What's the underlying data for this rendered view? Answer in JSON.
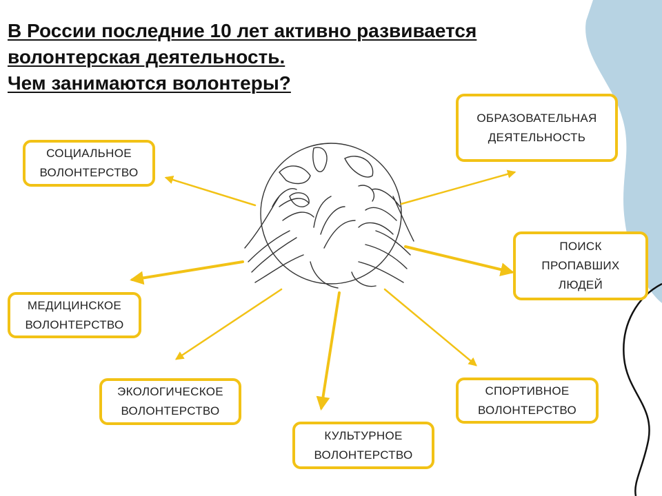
{
  "title": {
    "line1": "В России последние 10 лет активно развивается",
    "line2": "волонтерская деятельность.",
    "line3": "Чем занимаются волонтеры?"
  },
  "nodes": {
    "social": "СОЦИАЛЬНОЕ\nВОЛОНТЕРСТВО",
    "education": "ОБРАЗОВАТЕЛЬНАЯ\nДЕЯТЕЛЬНОСТЬ",
    "search": "ПОИСК\nПРОПАВШИХ\nЛЮДЕЙ",
    "medical": "МЕДИЦИНСКОЕ\nВОЛОНТЕРСТВО",
    "ecological": "ЭКОЛОГИЧЕСКОЕ\nВОЛОНТЕРСТВО",
    "cultural": "КУЛЬТУРНОЕ\nВОЛОНТЕРСТВО",
    "sport": "СПОРТИВНОЕ\nВОЛОНТЕРСТВО"
  },
  "colors": {
    "accent": "#f2c216",
    "background_blob": "#b7d3e3",
    "text": "#111111"
  },
  "illustration": "globe-with-hands"
}
